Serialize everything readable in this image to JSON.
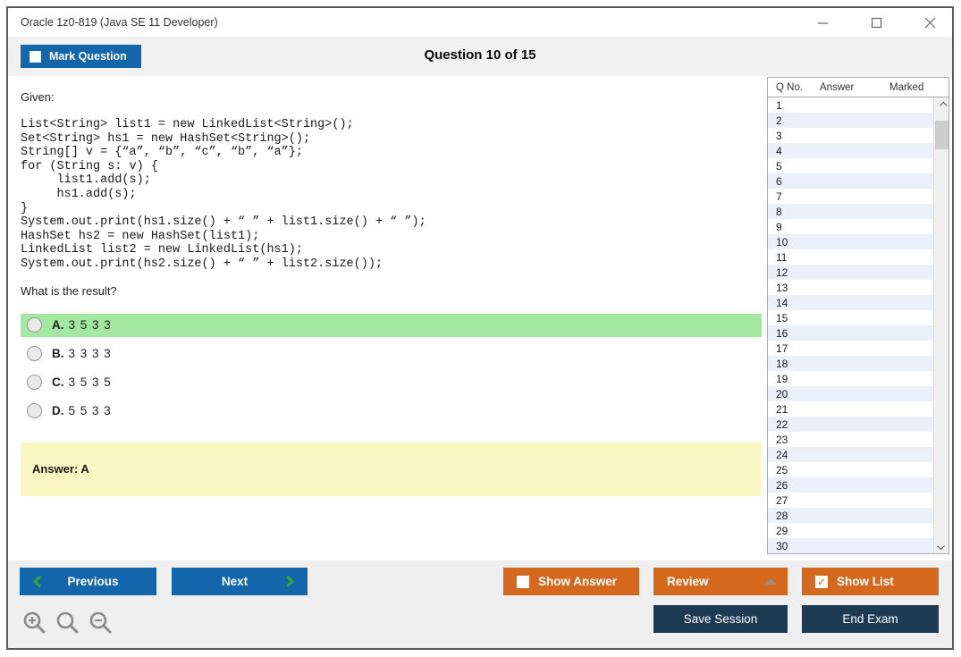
{
  "window": {
    "title": "Oracle 1z0-819 (Java SE 11 Developer)"
  },
  "header": {
    "mark_question_label": "Mark Question",
    "question_counter": "Question 10 of 15"
  },
  "question": {
    "intro": "Given:",
    "code_lines": [
      "List<String> list1 = new LinkedList<String>();",
      "Set<String> hs1 = new HashSet<String>();",
      "String[] v = {“a”, “b”, “c”, “b”, “a”};",
      "for (String s: v) {",
      "     list1.add(s);",
      "     hs1.add(s);",
      "}",
      "System.out.print(hs1.size() + “ ” + list1.size() + “ ”);",
      "HashSet hs2 = new HashSet(list1);",
      "LinkedList list2 = new LinkedList(hs1);",
      "System.out.print(hs2.size() + “ ” + list2.size());"
    ],
    "prompt": "What is the result?",
    "options": [
      {
        "letter": "A.",
        "text": "3 5 3 3",
        "highlighted": true
      },
      {
        "letter": "B.",
        "text": "3 3 3 3",
        "highlighted": false
      },
      {
        "letter": "C.",
        "text": "3 5 3 5",
        "highlighted": false
      },
      {
        "letter": "D.",
        "text": "5 5 3 3",
        "highlighted": false
      }
    ],
    "answer_label": "Answer: A"
  },
  "question_list": {
    "columns": [
      "Q No.",
      "Answer",
      "Marked"
    ],
    "rows": [
      {
        "q": "1",
        "answer": "",
        "marked": ""
      },
      {
        "q": "2",
        "answer": "",
        "marked": ""
      },
      {
        "q": "3",
        "answer": "",
        "marked": ""
      },
      {
        "q": "4",
        "answer": "",
        "marked": ""
      },
      {
        "q": "5",
        "answer": "",
        "marked": ""
      },
      {
        "q": "6",
        "answer": "",
        "marked": ""
      },
      {
        "q": "7",
        "answer": "",
        "marked": ""
      },
      {
        "q": "8",
        "answer": "",
        "marked": ""
      },
      {
        "q": "9",
        "answer": "",
        "marked": ""
      },
      {
        "q": "10",
        "answer": "",
        "marked": ""
      },
      {
        "q": "11",
        "answer": "",
        "marked": ""
      },
      {
        "q": "12",
        "answer": "",
        "marked": ""
      },
      {
        "q": "13",
        "answer": "",
        "marked": ""
      },
      {
        "q": "14",
        "answer": "",
        "marked": ""
      },
      {
        "q": "15",
        "answer": "",
        "marked": ""
      },
      {
        "q": "16",
        "answer": "",
        "marked": ""
      },
      {
        "q": "17",
        "answer": "",
        "marked": ""
      },
      {
        "q": "18",
        "answer": "",
        "marked": ""
      },
      {
        "q": "19",
        "answer": "",
        "marked": ""
      },
      {
        "q": "20",
        "answer": "",
        "marked": ""
      },
      {
        "q": "21",
        "answer": "",
        "marked": ""
      },
      {
        "q": "22",
        "answer": "",
        "marked": ""
      },
      {
        "q": "23",
        "answer": "",
        "marked": ""
      },
      {
        "q": "24",
        "answer": "",
        "marked": ""
      },
      {
        "q": "25",
        "answer": "",
        "marked": ""
      },
      {
        "q": "26",
        "answer": "",
        "marked": ""
      },
      {
        "q": "27",
        "answer": "",
        "marked": ""
      },
      {
        "q": "28",
        "answer": "",
        "marked": ""
      },
      {
        "q": "29",
        "answer": "",
        "marked": ""
      },
      {
        "q": "30",
        "answer": "",
        "marked": ""
      }
    ]
  },
  "footer": {
    "previous_label": "Previous",
    "next_label": "Next",
    "show_answer_label": "Show Answer",
    "review_label": "Review",
    "show_list_label": "Show List",
    "save_session_label": "Save Session",
    "end_exam_label": "End Exam"
  },
  "icons": {
    "zoom_in": "zoom-in-icon",
    "zoom_reset": "zoom-icon",
    "zoom_out": "zoom-out-icon",
    "check_mark": "✓"
  },
  "colors": {
    "accent_blue": "#1266a9",
    "accent_orange": "#d4691e",
    "dark_navy": "#1c3b52",
    "highlight_green": "#a2e8a0",
    "answer_yellow": "#fbf7c2",
    "chevron_green": "#35a835",
    "row_alt_blue": "#eaf1fa",
    "toolbar_gray": "#f1f1f1"
  }
}
